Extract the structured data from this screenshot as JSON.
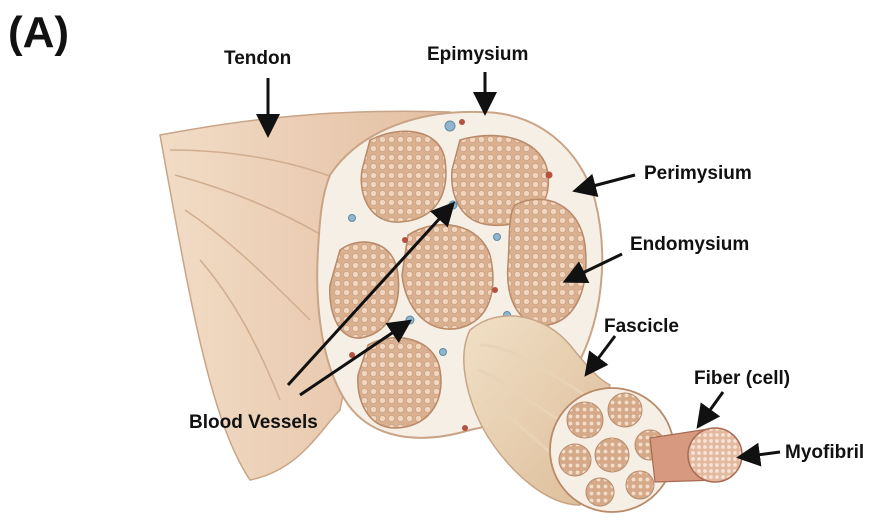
{
  "panel_letter": "(A)",
  "labels": {
    "tendon": "Tendon",
    "epimysium": "Epimysium",
    "perimysium": "Perimysium",
    "endomysium": "Endomysium",
    "fascicle": "Fascicle",
    "fiber": "Fiber (cell)",
    "myofibril": "Myofibril",
    "blood_vessels": "Blood Vessels"
  },
  "colors": {
    "tendon": "#e8cbb0",
    "tendon_dark": "#c9a486",
    "sheath": "#f6efe6",
    "fascicle_fill": "#d9b090",
    "fascicle_edge": "#b88a68",
    "fiber_dot": "#f3ddc9",
    "vessel_blue": "#8fb6cc",
    "vessel_red": "#b4513f",
    "arrow": "#111111"
  }
}
